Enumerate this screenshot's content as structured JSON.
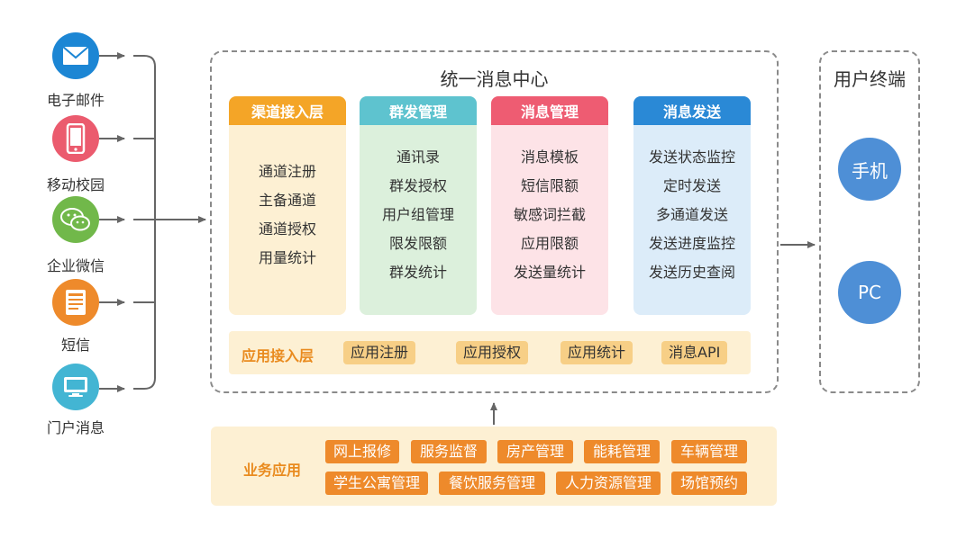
{
  "colors": {
    "mail": "#1c86d4",
    "mobile": "#eb5b6e",
    "wechat": "#71b84a",
    "sms": "#ee8a2b",
    "portal": "#43b5d3",
    "channel_head": "#f4a527",
    "channel_body": "#fdf0d3",
    "group_head": "#5ec3cf",
    "group_body": "#dcf0dc",
    "message_head": "#ee5c72",
    "message_body": "#fde3e7",
    "send_head": "#2a89d6",
    "send_body": "#dcecf9"
  },
  "sources": [
    {
      "label": "电子邮件",
      "icon": "mail-icon"
    },
    {
      "label": "移动校园",
      "icon": "mobile-phone-icon"
    },
    {
      "label": "企业微信",
      "icon": "wechat-icon"
    },
    {
      "label": "短信",
      "icon": "sms-document-icon"
    },
    {
      "label": "门户消息",
      "icon": "monitor-icon"
    }
  ],
  "center": {
    "title": "统一消息中心",
    "columns": [
      {
        "title": "渠道接入层",
        "items": [
          "通道注册",
          "主备通道",
          "通道授权",
          "用量统计"
        ]
      },
      {
        "title": "群发管理",
        "items": [
          "通讯录",
          "群发授权",
          "用户组管理",
          "限发限额",
          "群发统计"
        ]
      },
      {
        "title": "消息管理",
        "items": [
          "消息模板",
          "短信限额",
          "敏感词拦截",
          "应用限额",
          "发送量统计"
        ]
      },
      {
        "title": "消息发送",
        "items": [
          "发送状态监控",
          "定时发送",
          "多通道发送",
          "发送进度监控",
          "发送历史查阅"
        ]
      }
    ],
    "access_layer": {
      "label": "应用接入层",
      "items": [
        "应用注册",
        "应用授权",
        "应用统计",
        "消息API"
      ]
    }
  },
  "terminal": {
    "title": "用户终端",
    "items": [
      "手机",
      "PC"
    ]
  },
  "business": {
    "label": "业务应用",
    "row1": [
      "网上报修",
      "服务监督",
      "房产管理",
      "能耗管理",
      "车辆管理"
    ],
    "row2": [
      "学生公寓管理",
      "餐饮服务管理",
      "人力资源管理",
      "场馆预约"
    ]
  }
}
